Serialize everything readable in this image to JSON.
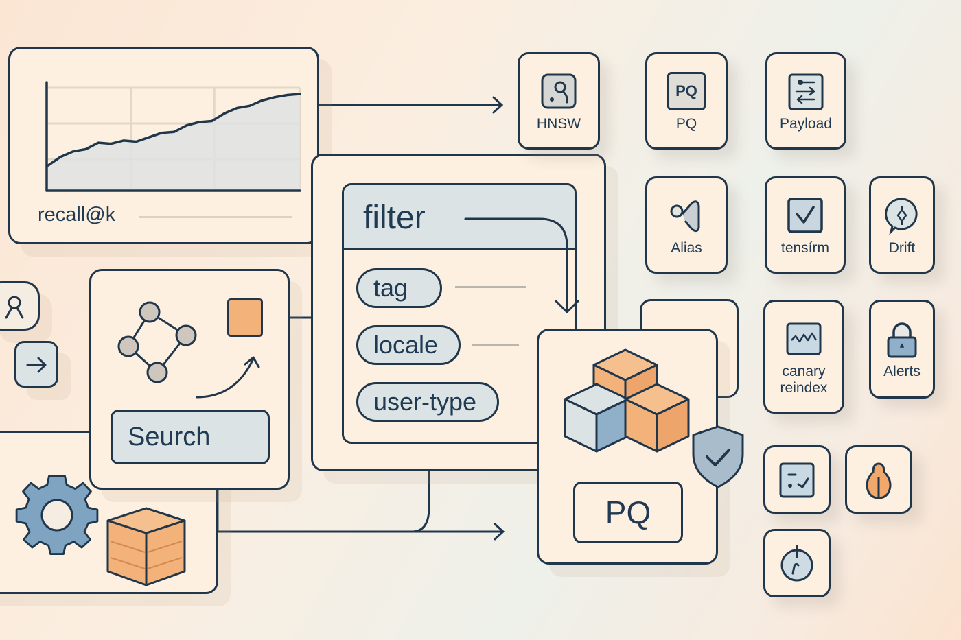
{
  "colors": {
    "stroke": "#20364b",
    "card_fill": "#fdf0e0",
    "accent_orange": "#f2b27a",
    "accent_blue": "#7ea4c2",
    "pale_blue": "#dbe3e4",
    "node_gray": "#cfc7bd"
  },
  "chart_panel": {
    "label": "recall@k",
    "chart_data": {
      "type": "area",
      "title": "",
      "xlabel": "",
      "ylabel": "",
      "x": [
        0,
        1,
        2,
        3,
        4,
        5,
        6,
        7,
        8,
        9,
        10,
        11,
        12,
        13,
        14,
        15,
        16,
        17,
        18,
        19,
        20
      ],
      "values": [
        0.22,
        0.3,
        0.35,
        0.37,
        0.43,
        0.42,
        0.45,
        0.44,
        0.48,
        0.52,
        0.53,
        0.59,
        0.62,
        0.63,
        0.7,
        0.75,
        0.77,
        0.82,
        0.85,
        0.87,
        0.88
      ],
      "ylim": [
        0,
        1
      ],
      "grid": true,
      "legend": "none"
    }
  },
  "filter_panel": {
    "header": "filter",
    "chips": [
      "tag",
      "locale",
      "user-type"
    ]
  },
  "search_panel": {
    "input_value": "Seurch"
  },
  "pq_panel": {
    "label": "PQ"
  },
  "tiles": [
    {
      "id": "hnsw",
      "label": "HNSW",
      "icon": "hnsw-icon"
    },
    {
      "id": "pq",
      "label": "PQ",
      "icon": "pq-icon",
      "icon_text": "PQ"
    },
    {
      "id": "payload",
      "label": "Payload",
      "icon": "payload-icon"
    },
    {
      "id": "alias",
      "label": "Alias",
      "icon": "alias-icon"
    },
    {
      "id": "tensirm",
      "label": "tensírm",
      "icon": "checkbox-icon"
    },
    {
      "id": "drift",
      "label": "Drift",
      "icon": "compass-icon"
    },
    {
      "id": "canary",
      "label": "canary reindex",
      "icon": "waveform-icon"
    },
    {
      "id": "alerts",
      "label": "Alerts",
      "icon": "lock-icon"
    },
    {
      "id": "task",
      "label": "",
      "icon": "task-icon"
    },
    {
      "id": "flame",
      "label": "",
      "icon": "flame-icon"
    },
    {
      "id": "timer",
      "label": "",
      "icon": "timer-icon"
    }
  ],
  "side_icons": [
    {
      "id": "user",
      "icon": "user-icon"
    },
    {
      "id": "arrow",
      "icon": "arrow-right-icon"
    }
  ]
}
